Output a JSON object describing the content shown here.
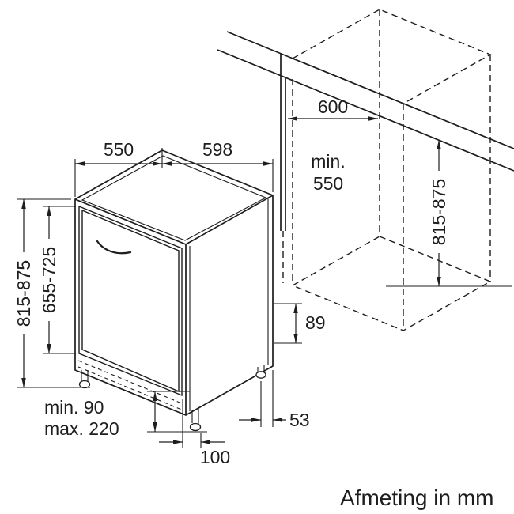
{
  "caption": "Afmeting in mm",
  "dims": {
    "depth_top": "550",
    "width_top": "598",
    "niche_width": "600",
    "niche_depth_label": "min.",
    "niche_depth_value": "550",
    "height_total": "815-875",
    "door_height": "655-725",
    "niche_height": "815-875",
    "rear_clearance": "89",
    "rear_foot_offset": "53",
    "toe_kick_depth": "100",
    "plinth_min": "min. 90",
    "plinth_max": "max. 220"
  },
  "colors": {
    "line": "#1d1d1b",
    "background": "#ffffff"
  }
}
